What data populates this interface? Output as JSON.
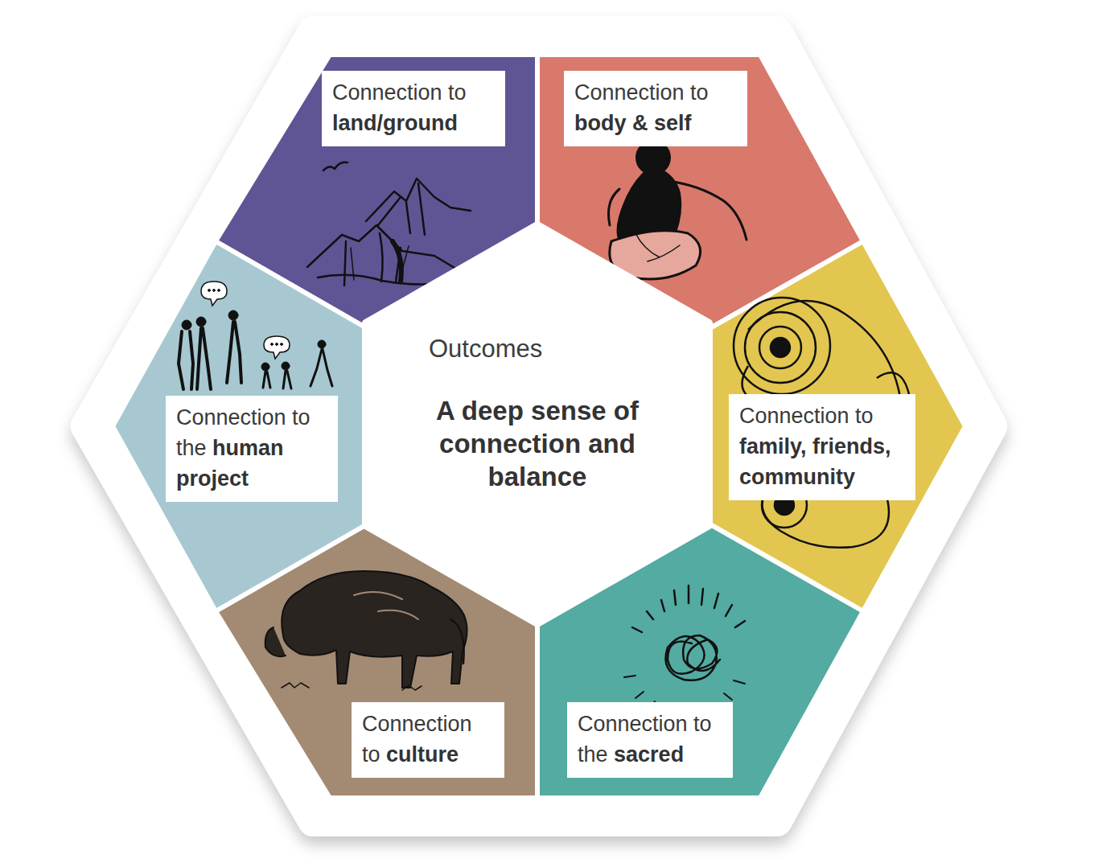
{
  "diagram": {
    "nodes": [
      {
        "text": [
          "Connection to",
          "land/ground"
        ]
      },
      {
        "text": [
          "Connection to",
          "body & self"
        ]
      },
      {
        "text": [
          "Connection to the",
          "human project"
        ]
      },
      {
        "text": [
          "Outcomes",
          "A deep sense of connection and balance"
        ]
      },
      {
        "text": [
          "Connection to",
          "family, friends, community"
        ]
      },
      {
        "text": [
          "Connection to",
          "culture"
        ]
      },
      {
        "text": [
          "Connection to the",
          "sacred"
        ]
      }
    ]
  }
}
